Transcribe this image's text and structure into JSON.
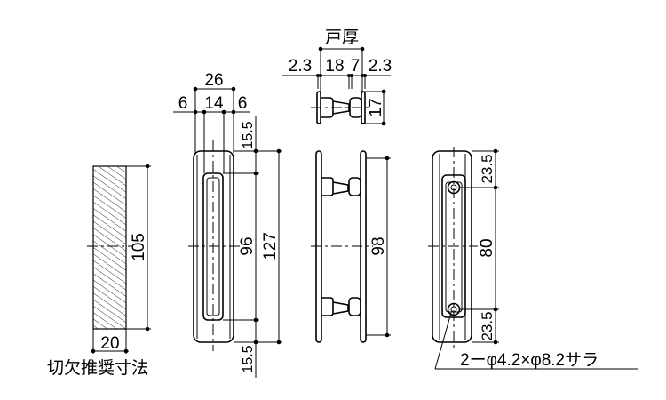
{
  "cutout": {
    "label": "切欠推奨寸法",
    "height_dim": "105",
    "width_dim": "20"
  },
  "front_view": {
    "overall_width": "26",
    "side_margin_left": "6",
    "slot_width": "14",
    "side_margin_right": "6",
    "top_offset": "15.5",
    "bottom_offset": "15.5",
    "slot_height": "96",
    "overall_height": "127"
  },
  "side_view": {
    "door_thickness_label": "戸厚",
    "plate_left": "2.3",
    "gap": "18",
    "boss": "7",
    "plate_right": "2.3",
    "depth": "17",
    "plate_height": "98"
  },
  "back_view": {
    "top_offset": "23.5",
    "hole_pitch": "80",
    "bottom_offset": "23.5",
    "screw_note": "2ーφ4.2×φ8.2サラ"
  }
}
